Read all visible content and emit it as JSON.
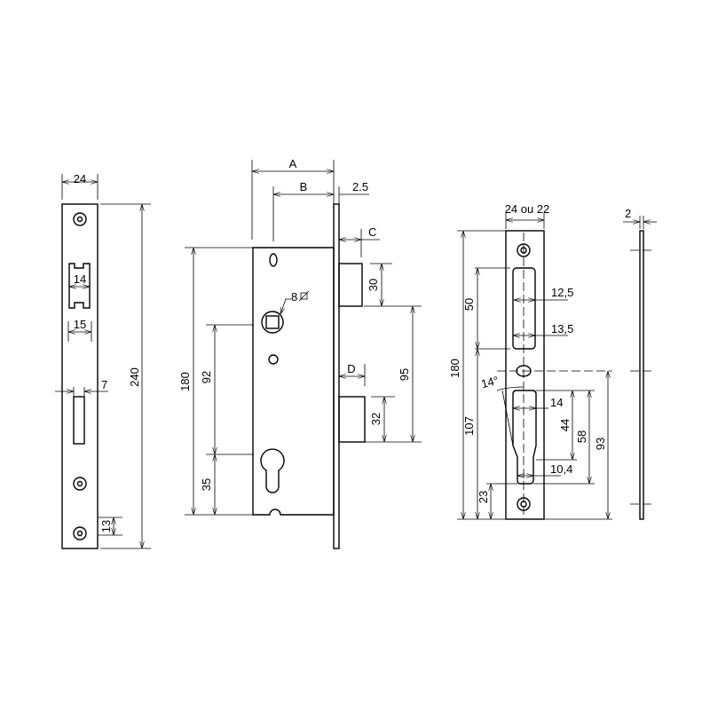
{
  "left_faceplate": {
    "width": "24",
    "height": "240",
    "latch_width": "14",
    "slot_gap": "15",
    "slot_width": "7",
    "edge_offset": "13"
  },
  "lock_body": {
    "dim_a": "A",
    "dim_b": "B",
    "faceplate_thickness": "2.5",
    "dim_c": "C",
    "dim_d": "D",
    "latch_height": "30",
    "latch_to_bolt": "95",
    "bolt_height": "32",
    "body_height": "180",
    "follower_to_cylinder": "92",
    "cylinder_to_bottom": "35",
    "follower_square": "8"
  },
  "strike_plate": {
    "width": "24 ou 22",
    "height": "180",
    "upper_slot": "50",
    "lower_section": "107",
    "bottom_offset": "23",
    "w1": "12,5",
    "w2": "13,5",
    "w3": "14",
    "w4": "10,4",
    "h1": "44",
    "h2": "58",
    "h3": "93",
    "angle": "14°"
  },
  "side_plate": {
    "thickness": "2"
  },
  "colors": {
    "line": "#000000",
    "background": "#ffffff"
  }
}
